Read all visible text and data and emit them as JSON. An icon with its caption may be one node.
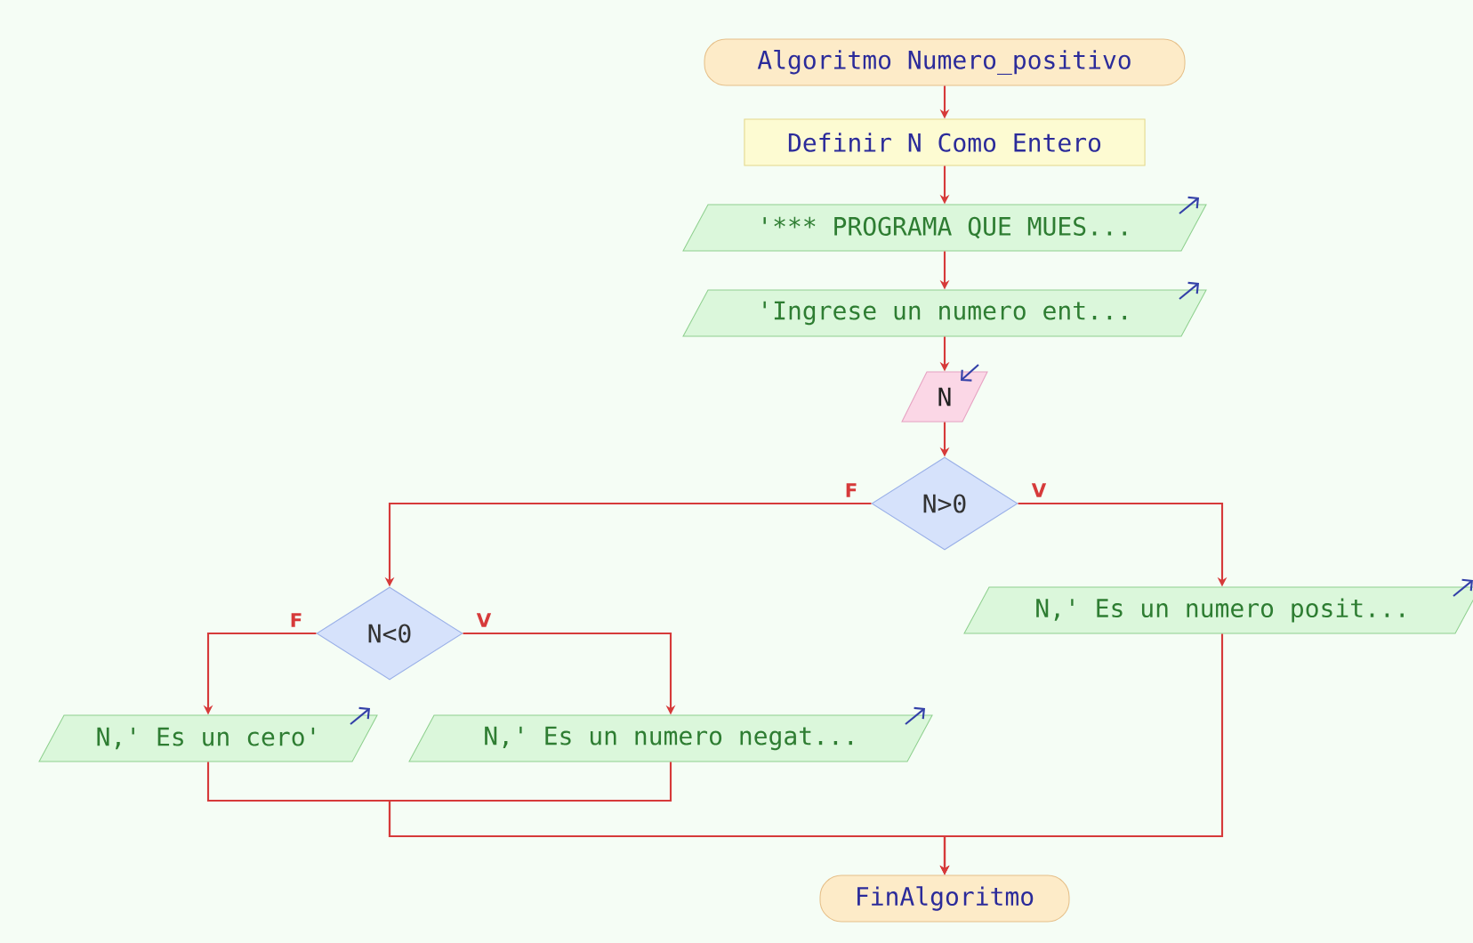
{
  "diagram": {
    "nodes": [
      {
        "text": [
          "Algoritmo Numero_positivo"
        ]
      },
      {
        "text": [
          "Definir N Como Entero"
        ]
      },
      {
        "text": [
          "'*** PROGRAMA QUE MUES..."
        ]
      },
      {
        "text": [
          "'Ingrese un numero ent..."
        ]
      },
      {
        "text": [
          "N"
        ]
      },
      {
        "text": [
          "N>0"
        ]
      },
      {
        "text": [
          "N<0"
        ]
      },
      {
        "text": [
          "N,' Es un numero posit..."
        ]
      },
      {
        "text": [
          "N,' Es un cero'"
        ]
      },
      {
        "text": [
          "N,' Es un numero negat..."
        ]
      },
      {
        "text": [
          "FinAlgoritmo"
        ]
      }
    ],
    "edges": [
      {
        "from": 0,
        "to": 1,
        "arrow": "to"
      },
      {
        "from": 1,
        "to": 2,
        "arrow": "to"
      },
      {
        "from": 2,
        "to": 3,
        "arrow": "to"
      },
      {
        "from": 3,
        "to": 4,
        "arrow": "to"
      },
      {
        "from": 4,
        "to": 5,
        "arrow": "to"
      },
      {
        "from": 5,
        "to": 6,
        "arrow": "to",
        "label": "F"
      },
      {
        "from": 5,
        "to": 7,
        "arrow": "to",
        "label": "V"
      },
      {
        "from": 6,
        "to": 8,
        "arrow": "to",
        "label": "F"
      },
      {
        "from": 6,
        "to": 9,
        "arrow": "to",
        "label": "V"
      },
      {
        "from": 8,
        "to": 10,
        "arrow": "to"
      },
      {
        "from": 9,
        "to": 10,
        "arrow": "to"
      },
      {
        "from": 7,
        "to": 10,
        "arrow": "to"
      }
    ]
  }
}
